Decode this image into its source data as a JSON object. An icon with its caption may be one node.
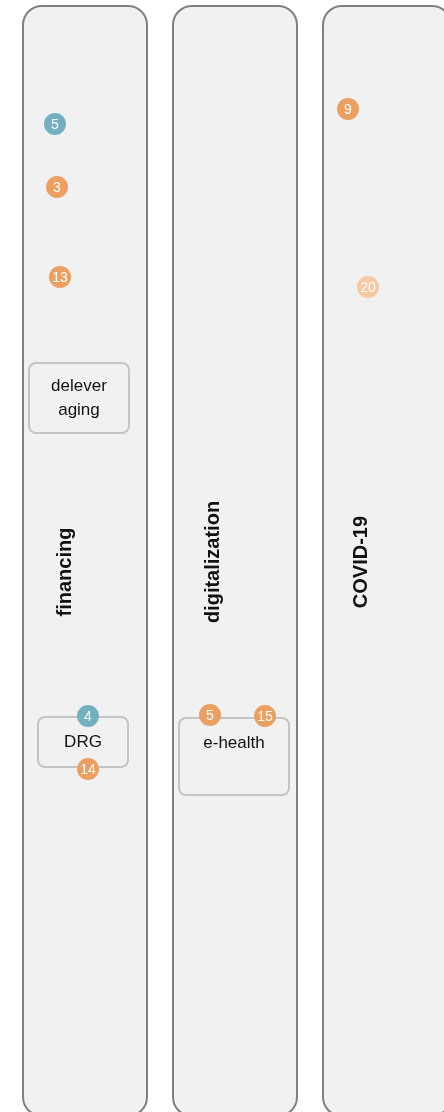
{
  "diagram": {
    "nodes": [
      {
        "text": [
          "financing"
        ]
      },
      {
        "text": [
          "5"
        ],
        "in": 0
      },
      {
        "text": [
          "3"
        ],
        "in": 0
      },
      {
        "text": [
          "13"
        ],
        "in": 0
      },
      {
        "text": [
          "delever aging"
        ],
        "in": 0
      },
      {
        "text": [
          "DRG"
        ],
        "in": 0
      },
      {
        "text": [
          "4"
        ],
        "in": 0
      },
      {
        "text": [
          "14"
        ],
        "in": 0
      },
      {
        "text": [
          "digitalization"
        ]
      },
      {
        "text": [
          "e-health"
        ],
        "in": 8
      },
      {
        "text": [
          "5"
        ],
        "in": 8
      },
      {
        "text": [
          "15"
        ],
        "in": 8
      },
      {
        "text": [
          "COVID-19"
        ]
      },
      {
        "text": [
          "9"
        ],
        "in": 12
      },
      {
        "text": [
          "20"
        ],
        "in": 12
      }
    ]
  }
}
